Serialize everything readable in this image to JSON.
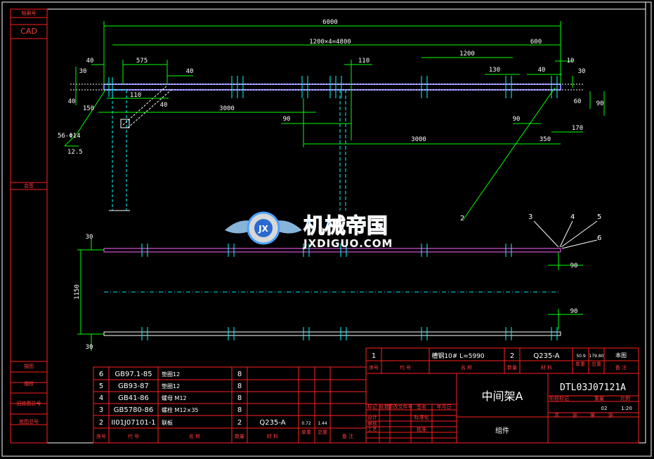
{
  "left_column": {
    "labels": [
      "档案号",
      "CAD",
      "会签",
      "描图",
      "描校",
      "旧底图总号",
      "底图总号"
    ]
  },
  "dimensions": {
    "overall": "6000",
    "pitch": "1200×4=4800",
    "right_600": "600",
    "right_1200": "1200",
    "d40_left": "40",
    "d575": "575",
    "d40_b": "40",
    "d30_left": "30",
    "d40_v": "40",
    "d110_a": "110",
    "d150": "150",
    "d40_diag": "40",
    "d110_b": "110",
    "d3000_a": "3000",
    "d90_a": "90",
    "d3000_b": "3000",
    "d90_b": "90",
    "d130": "130",
    "d40_r": "40",
    "d10": "10",
    "d30_r": "30",
    "d60": "60",
    "d90_rv": "90",
    "d170": "170",
    "d350": "350",
    "hole_note": "56-Φ14",
    "roughness": "12.5",
    "d30_plan_top": "30",
    "d1150": "1150",
    "d30_plan_bot": "30",
    "d90_plan_a": "90",
    "d90_plan_b": "90"
  },
  "balloons": [
    "2",
    "3",
    "4",
    "5",
    "6"
  ],
  "watermark": {
    "title": "机械帝国",
    "url": "JXDIGUO.COM",
    "emblem": "JX"
  },
  "parts_list": {
    "rows": [
      {
        "no": "6",
        "code": "GB97.1-85",
        "name": "垫圈12",
        "qty": "8",
        "material": "",
        "w1": "",
        "w2": "",
        "remark": ""
      },
      {
        "no": "5",
        "code": "GB93-87",
        "name": "垫圈12",
        "qty": "8",
        "material": "",
        "w1": "",
        "w2": "",
        "remark": ""
      },
      {
        "no": "4",
        "code": "GB41-86",
        "name": "螺母 M12",
        "qty": "8",
        "material": "",
        "w1": "",
        "w2": "",
        "remark": ""
      },
      {
        "no": "3",
        "code": "GB5780-86",
        "name": "螺栓 M12×35",
        "qty": "8",
        "material": "",
        "w1": "",
        "w2": "",
        "remark": ""
      },
      {
        "no": "2",
        "code": "II01J07101-1",
        "name": "联板",
        "qty": "2",
        "material": "Q235-A",
        "w1": "0.72",
        "w2": "1.44",
        "remark": ""
      }
    ],
    "header": {
      "no": "序号",
      "code": "代 号",
      "name": "名 称",
      "qty": "数量",
      "material": "材 料",
      "w_single": "单重",
      "w_total": "总重",
      "remark": "备 注"
    }
  },
  "parts_list_right": {
    "row": {
      "no": "1",
      "name": "槽钢10#  L=5990",
      "qty": "2",
      "material": "Q235-A",
      "w1": "50.9",
      "w2": "179.80",
      "remark": "本图"
    },
    "header": {
      "no": "序号",
      "code": "代 号",
      "name": "名 称",
      "qty": "数量",
      "material": "材 料",
      "w_single": "单重",
      "w_total": "总重",
      "remark": "备 注"
    }
  },
  "title_block": {
    "title": "中间架A",
    "drawing_no": "DTL03J07121A",
    "type": "组件",
    "scale": "1:20",
    "sheet": "02",
    "roles": [
      "标记",
      "处数",
      "分区",
      "更改文件号",
      "签名",
      "年月日"
    ],
    "staff": [
      "设计",
      "审核",
      "工艺",
      "标准化",
      "批准"
    ],
    "stage": [
      "阶段标记",
      "重量",
      "比例"
    ],
    "sheets": [
      "共",
      "张",
      "第",
      "张"
    ]
  },
  "colors": {
    "dimension": "#00ff00",
    "frame": "#ffffff",
    "table": "#ff2020",
    "centerline": "#00e5ff",
    "beam": "#7a7aff",
    "background": "#000000"
  }
}
